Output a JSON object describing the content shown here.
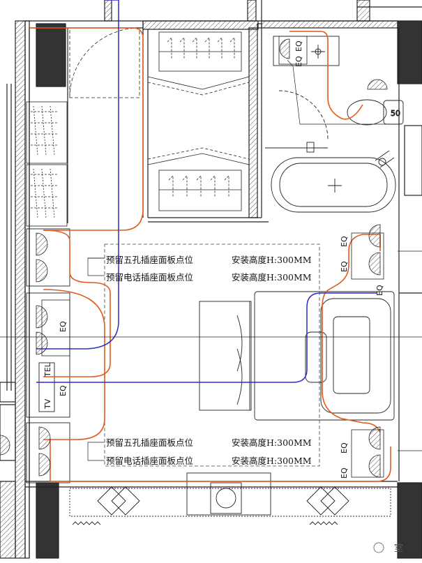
{
  "notes": {
    "upper_socket": "预留五孔插座面板点位",
    "upper_phone": "预留电话插座面板点位",
    "lower_socket": "预留五孔插座面板点位",
    "lower_phone": "预留电话插座面板点位",
    "height_upper_1": "安装高度H:300MM",
    "height_upper_2": "安装高度H:300MM",
    "height_lower_1": "安装高度H:300MM",
    "height_lower_2": "安装高度H:300MM"
  },
  "tags": {
    "eq_bath_top": "EQ",
    "eq_bath_bottom": "EQ",
    "fifty": "50",
    "eq_right_upper_1": "EQ",
    "eq_right_upper_2": "EQ",
    "eq_right_upper_3": "EQ",
    "eq_left_1": "EQ",
    "eq_left_2": "EQ",
    "tv": "TV",
    "tel": "TEL",
    "eq_right_lower_1": "EQ",
    "eq_right_lower_2": "EQ"
  },
  "watermark": "室",
  "colors": {
    "wire_power": "#e25a1c",
    "wire_data": "#2a2ad0",
    "walls": "#222222"
  }
}
